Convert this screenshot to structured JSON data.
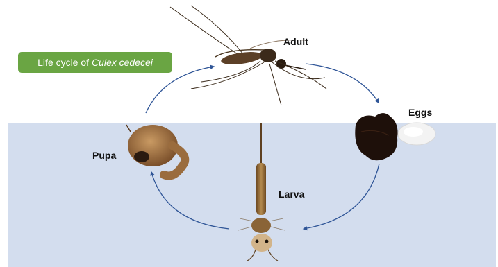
{
  "title": {
    "prefix": "Life cycle of ",
    "species": "Culex cedecei"
  },
  "stages": {
    "adult": "Adult",
    "eggs": "Eggs",
    "larva": "Larva",
    "pupa": "Pupa"
  },
  "colors": {
    "water": "#d3ddee",
    "title_box": "#6aa543",
    "arrow": "#2f5597"
  }
}
